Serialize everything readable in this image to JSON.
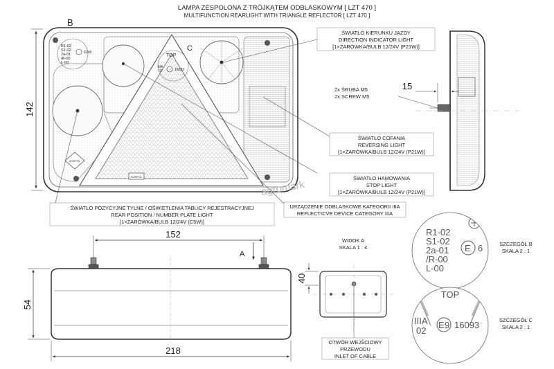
{
  "title": {
    "main": "LAMPA ZESPOLONA Z TRÓJKĄTEM ODBLASKOWYM [ LZT 470 ]",
    "sub": "MULTIFUNCTION REARLIGHT WITH TRIANGLE REFLECTOR [ LZT 470 ]"
  },
  "letters": {
    "b": "B",
    "c": "C",
    "a": "A"
  },
  "front_marks": {
    "top": "TOP",
    "codes": [
      "R1-02",
      "S1-02",
      "2a-01",
      "/R-00",
      "L-00"
    ],
    "e_mark": "6248",
    "iiia": "IIIA",
    "iiia_code": "02",
    "approval": "16093",
    "brand": "HORPOL"
  },
  "callouts": {
    "indicator": [
      "ŚWIATŁO KIERUNKU JAZDY",
      "DIRECTION INDICATOR LIGHT",
      "[1×ŻARÓWKA/BULB 12/24V (P21W)]"
    ],
    "screw": [
      "2x ŚRUBA M5",
      "2x SCREW M5"
    ],
    "reversing": [
      "ŚWIATŁO COFANIA",
      "REVERSING LIGHT",
      "[1×ŻARÓWKA/BULB 12/24V (P21W)]"
    ],
    "stop": [
      "ŚWIATŁO HAMOWANIA",
      "STOP LIGHT",
      "[1×ŻARÓWKA/BULB 12/24V (P21W)]"
    ],
    "reflector": [
      "URZĄDZENIE ODBLASKOWE KATEGORII IIIA",
      "REFLECTICVE DEVICE CATEGORY IIIA"
    ],
    "position": [
      "ŚWIATŁO POZYCYJNE TYLNE / OŚWIETLENIA TABLICY REJESTRACYJNEJ",
      "REAR POSITION / NUMBER PLATE LIGHT",
      "[1×ŻARÓWKA/BULB 12/24V (C5W)]"
    ],
    "cable": [
      "OTWÓR WEJŚCIOWY",
      "PRZEWODU",
      "INLET OF CABLE"
    ]
  },
  "dims": {
    "height": "142",
    "screw_len": "15",
    "bolt_spacing": "152",
    "depth": "54",
    "width": "218",
    "view_a_h": "40"
  },
  "view_a": [
    "WIDOK A",
    "SKALA 1 : 4"
  ],
  "detail_b": {
    "caption": [
      "SZCZEGÓŁ B",
      "SKALA 2 : 1"
    ],
    "codes": [
      "R1-02",
      "S1-02",
      "2a-01",
      "/R-00",
      "L-00"
    ],
    "e_num": "6"
  },
  "detail_c": {
    "caption": [
      "SZCZEGÓŁ C",
      "SKALA 2 : 1"
    ],
    "top": "TOP",
    "iiia": "IIIA",
    "iiia_code": "02",
    "e_num": "9",
    "approval": "16093"
  },
  "watermark": "agromark"
}
